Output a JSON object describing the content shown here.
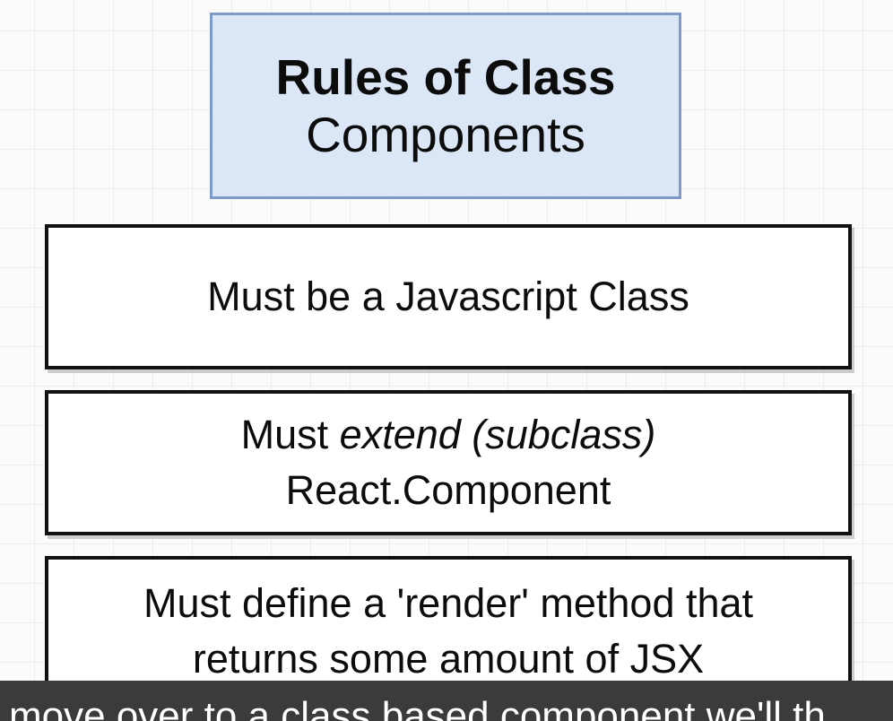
{
  "title": {
    "line1": "Rules of Class",
    "line2": "Components"
  },
  "rules": [
    {
      "text": "Must be a Javascript Class"
    },
    {
      "prefix": "Must ",
      "emphasis": "extend (subclass)",
      "line2": "React.Component"
    },
    {
      "line1": "Must define a 'render' method that",
      "line2": "returns some amount of JSX"
    }
  ],
  "caption": {
    "text": "move over to a class based component we'll th"
  },
  "colors": {
    "title_fill": "#dbe6f7",
    "title_border": "#7e9ac7",
    "caption_bg": "#3b3b3b"
  }
}
